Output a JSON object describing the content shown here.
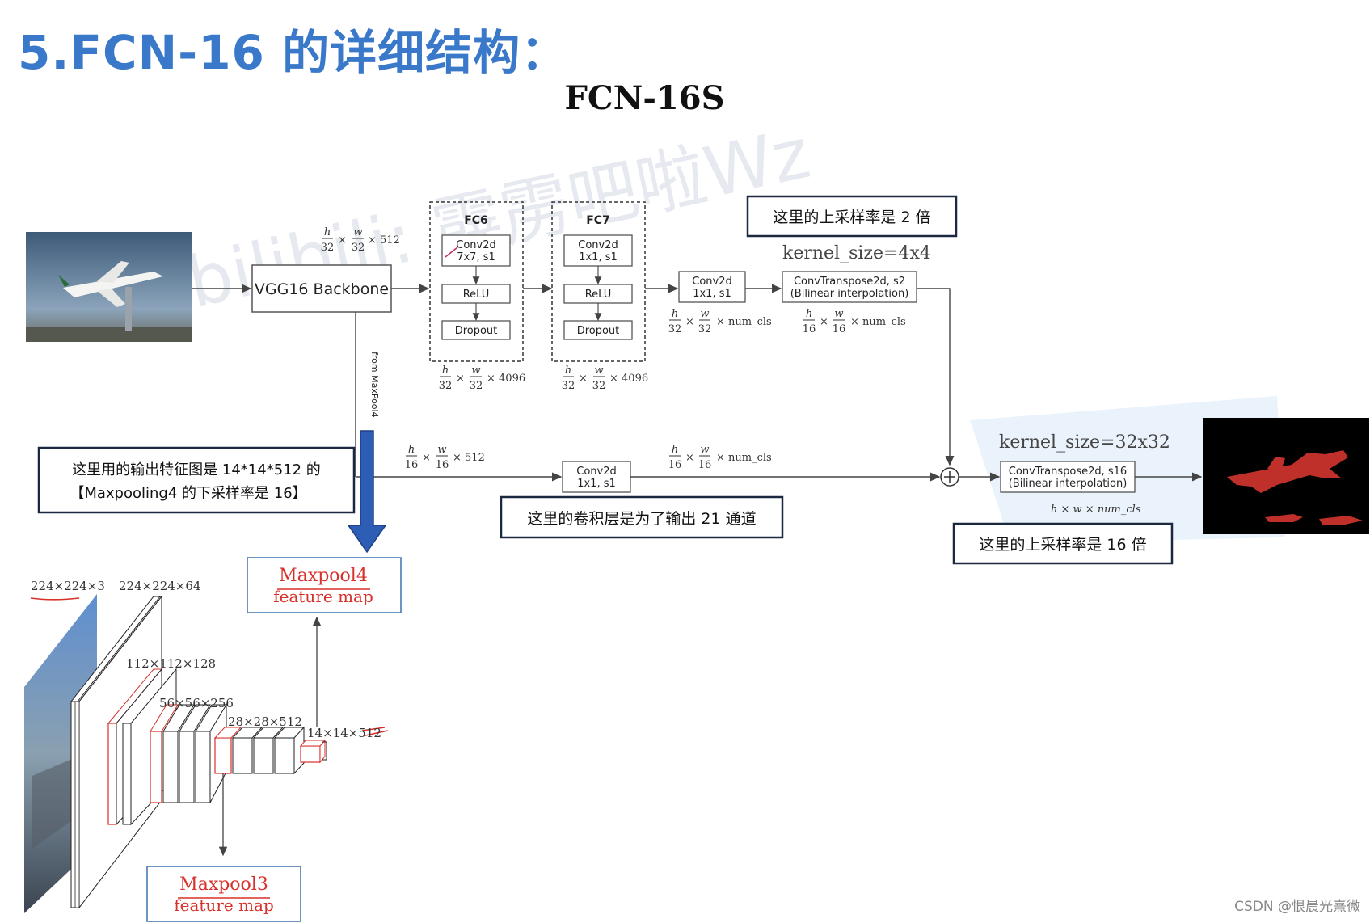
{
  "header": {
    "title": "5.FCN-16 的详细结构：",
    "subtitle": "FCN-16S"
  },
  "diagram": {
    "backbone": "VGG16 Backbone",
    "from_label": "from MaxPool4",
    "fc6": {
      "title": "FC6",
      "conv_line1": "Conv2d",
      "conv_line2": "7x7, s1",
      "relu": "ReLU",
      "dropout": "Dropout"
    },
    "fc7": {
      "title": "FC7",
      "conv_line1": "Conv2d",
      "conv_line2": "1x1, s1",
      "relu": "ReLU",
      "dropout": "Dropout"
    },
    "conv_a": {
      "line1": "Conv2d",
      "line2": "1x1, s1"
    },
    "conv_b": {
      "line1": "Conv2d",
      "line2": "1x1, s1"
    },
    "upsample2": {
      "line1": "ConvTranspose2d, s2",
      "line2": "(Bilinear interpolation)"
    },
    "upsample16": {
      "line1": "ConvTranspose2d, s16",
      "line2": "(Bilinear interpolation)"
    },
    "kernel_4": "kernel_size=4x4",
    "kernel_32": "kernel_size=32x32",
    "dims": {
      "backbone_out_tail": "× 512",
      "fc6_out_tail": "× 4096",
      "fc7_out_tail": "× 4096",
      "conv_a_out_tail": "× num_cls",
      "upsample2_out_tail": "× num_cls",
      "pool4_tail": "× 512",
      "conv_b_out_tail": "× num_cls",
      "final": "h × w × num_cls"
    },
    "fractions": {
      "h": "h",
      "w": "w",
      "d32": "32",
      "d16": "16",
      "times": "×"
    }
  },
  "annotations": {
    "upsample_2x": "这里的上采样率是 2 倍",
    "upsample_16x": "这里的上采样率是 16 倍",
    "conv_21": "这里的卷积层是为了输出 21 通道",
    "pool4_line1": "这里用的输出特征图是 14*14*512 的",
    "pool4_line2": "【Maxpooling4 的下采样率是 16】"
  },
  "vgg": {
    "dims": [
      "224×224×3",
      "224×224×64",
      "112×112×128",
      "56×56×256",
      "28×28×512",
      "14×14×512"
    ],
    "maxpool4_line1": "Maxpool4",
    "maxpool4_line2": "feature map",
    "maxpool3_line1": "Maxpool3",
    "maxpool3_line2": "feature map"
  },
  "footer": "CSDN @恨晨光熹微",
  "colors": {
    "title": "#3a78c9",
    "arrow_fill": "#2e5db5",
    "highlight_red": "#e0302a",
    "box_stroke": "#555555"
  }
}
